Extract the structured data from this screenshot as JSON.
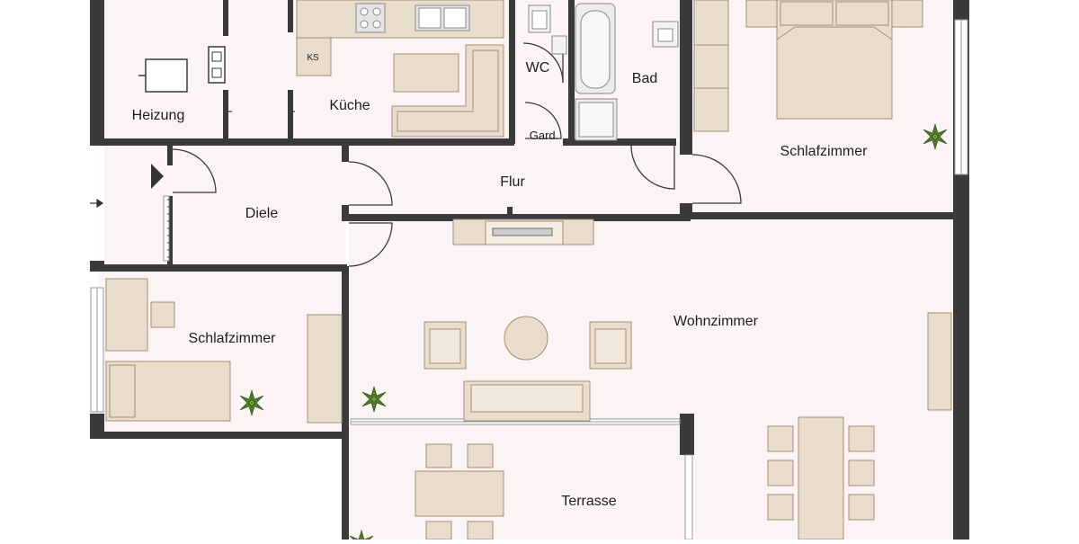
{
  "colors": {
    "wall": "#3a3a3a",
    "floor": "#fbf3f4",
    "furniture_fill": "#e8dccd",
    "furniture_stroke": "#a48f78",
    "window": "#bdbdbd",
    "plant": "#4f7a2a"
  },
  "rooms": {
    "heizung": "Heizung",
    "kueche": "Küche",
    "ks": "KS",
    "wc": "WC",
    "gard": "Gard.",
    "bad": "Bad",
    "schlafzimmer_1": "Schlafzimmer",
    "flur": "Flur",
    "diele": "Diele",
    "schlafzimmer_2": "Schlafzimmer",
    "wohnzimmer": "Wohnzimmer",
    "terrasse": "Terrasse"
  }
}
